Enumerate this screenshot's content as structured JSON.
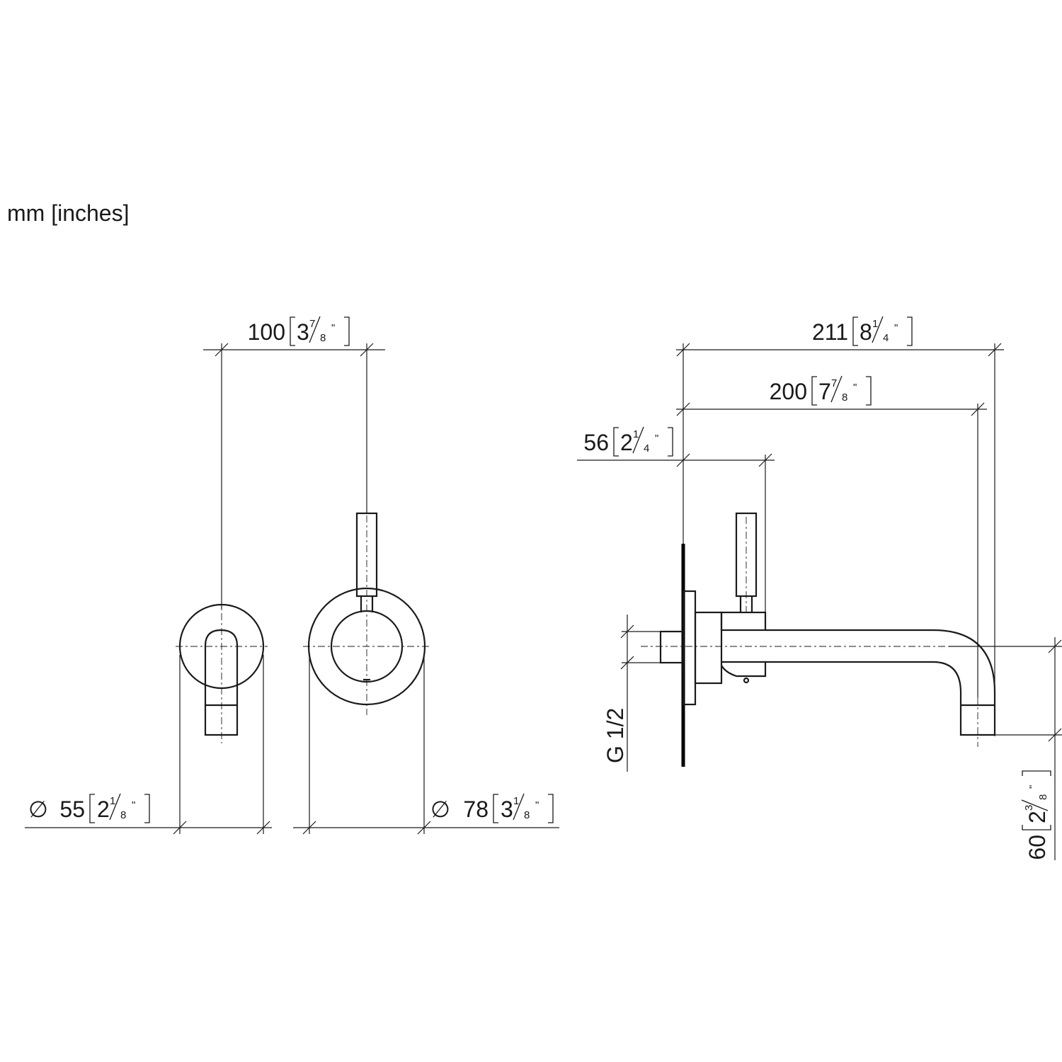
{
  "units_label": "mm [inches]",
  "dims": {
    "d100": {
      "mm": "100",
      "whole": "3",
      "num": "7",
      "den": "8"
    },
    "d211": {
      "mm": "211",
      "whole": "8",
      "num": "1",
      "den": "4"
    },
    "d200": {
      "mm": "200",
      "whole": "7",
      "num": "7",
      "den": "8"
    },
    "d56": {
      "mm": "56",
      "whole": "2",
      "num": "1",
      "den": "4"
    },
    "dia55": {
      "symbol": "∅",
      "mm": "55",
      "whole": "2",
      "num": "1",
      "den": "8"
    },
    "dia78": {
      "symbol": "∅",
      "mm": "78",
      "whole": "3",
      "num": "1",
      "den": "8"
    },
    "d60": {
      "mm": "60",
      "whole": "2",
      "num": "3",
      "den": "8"
    },
    "thread": "G 1/2",
    "inch_mark": "\""
  }
}
